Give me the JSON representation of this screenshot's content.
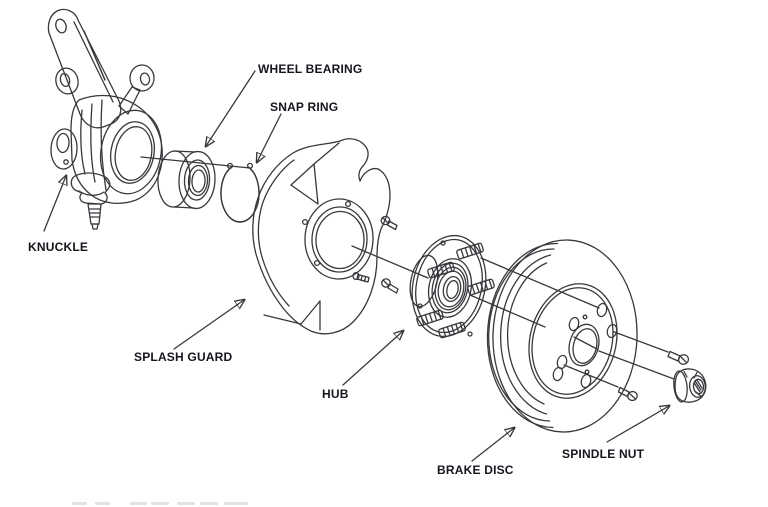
{
  "diagram": {
    "kind": "exploded-view automotive parts diagram",
    "labels": {
      "wheel_bearing": "WHEEL BEARING",
      "snap_ring": "SNAP RING",
      "knuckle": "KNUCKLE",
      "splash_guard": "SPLASH GUARD",
      "hub": "HUB",
      "brake_disc": "BRAKE DISC",
      "spindle_nut": "SPINDLE NUT"
    },
    "colors": {
      "ink": "#38383d",
      "label_text": "#15151e",
      "background": "#ffffff"
    }
  }
}
